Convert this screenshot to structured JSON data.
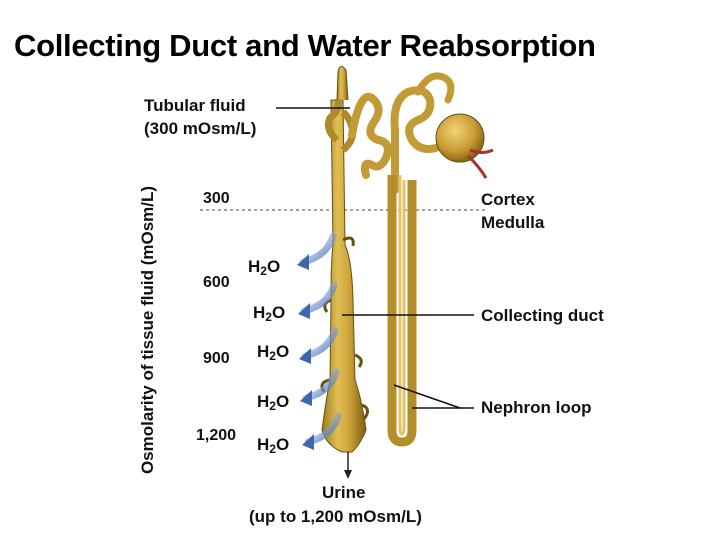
{
  "title": "Collecting Duct and Water Reabsorption",
  "labels": {
    "tubular_fluid": "Tubular fluid",
    "tubular_fluid_conc": "(300 mOsm/L)",
    "cortex": "Cortex",
    "medulla": "Medulla",
    "collecting_duct": "Collecting duct",
    "nephron_loop": "Nephron loop",
    "urine": "Urine",
    "urine_conc": "(up to 1,200 mOsm/L)",
    "y_axis": "Osmolarity of tissue fluid (mOsm/L)"
  },
  "osmolarity_ticks": [
    "300",
    "600",
    "900",
    "1,200"
  ],
  "water": {
    "symbol": "H",
    "subscript": "2",
    "suffix": "O",
    "count": 5
  },
  "colors": {
    "tubule": "#c9a33a",
    "tubule_dark": "#8a6a14",
    "water_arrow": "#3f66b0",
    "vessel": "#a8322c"
  }
}
